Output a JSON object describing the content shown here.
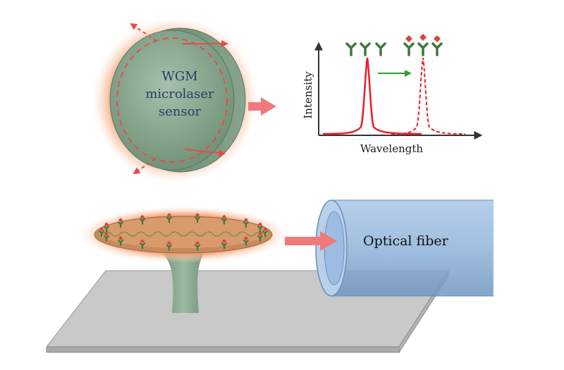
{
  "top_panel": {
    "sensor_label_lines": [
      "WGM",
      "microlaser",
      "sensor"
    ],
    "spectrum": {
      "ylabel": "Intensity",
      "xlabel": "Wavelength",
      "peaks": [
        {
          "state": "before binding",
          "line_style": "solid",
          "color": "#e8202a"
        },
        {
          "state": "after binding",
          "line_style": "dashed",
          "color": "#e8202a"
        }
      ],
      "shift_arrow_color": "#3a9a3a"
    }
  },
  "bottom_panel": {
    "fiber_label": "Optical fiber"
  },
  "colors": {
    "disk_fill": "#7f9e86",
    "glow": "#f6a070",
    "antibody": "#3a7a3a",
    "antigen": "#e04040",
    "fiber_fill": "#8fb3d9",
    "substrate": "#c9c9c9",
    "arrow": "#f07a7a"
  }
}
